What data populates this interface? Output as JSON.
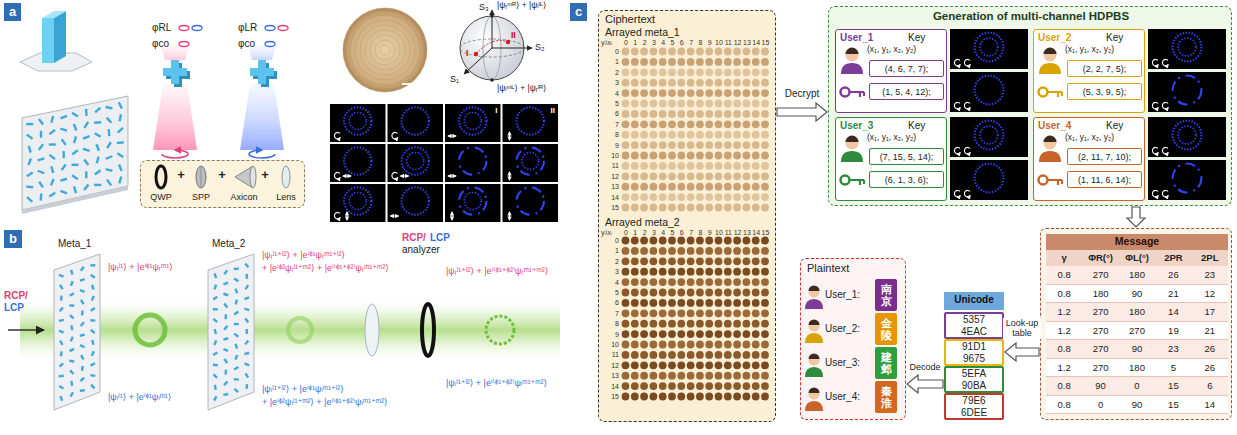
{
  "diagram": {
    "nodes": [
      {
        "text": [
          "QWP",
          "+",
          "SPP",
          "+",
          "Axicon",
          "+",
          "Lens"
        ]
      },
      {
        "text": [
          "Ciphertext",
          "Arrayed meta_1",
          "Arrayed meta_2"
        ]
      },
      {
        "text": [
          "Generation of multi-channel HDPBS"
        ]
      },
      {
        "text": [
          "User_1",
          "Key",
          "(x₁, y₁, x₂, y₂)"
        ],
        "in": 2
      },
      {
        "text": [
          "(4, 6, 7, 7);"
        ],
        "in": 3
      },
      {
        "text": [
          "(1, 5, 4, 12);"
        ],
        "in": 3
      },
      {
        "text": [
          "User_2",
          "Key",
          "(x₁, y₁, x₂, y₂)"
        ],
        "in": 2
      },
      {
        "text": [
          "(2, 2, 7, 5);"
        ],
        "in": 6
      },
      {
        "text": [
          "(5, 3, 9, 5);"
        ],
        "in": 6
      },
      {
        "text": [
          "User_3",
          "Key",
          "(x₁, y₁, x₂, y₂)"
        ],
        "in": 2
      },
      {
        "text": [
          "(7, 15, 5, 14);"
        ],
        "in": 9
      },
      {
        "text": [
          "(6, 1, 3, 6);"
        ],
        "in": 9
      },
      {
        "text": [
          "User_4",
          "Key",
          "(x₁, y₁, x₂, y₂)"
        ],
        "in": 2
      },
      {
        "text": [
          "(2, 11, 7, 10);"
        ],
        "in": 12
      },
      {
        "text": [
          "(1, 11, 6, 14);"
        ],
        "in": 12
      },
      {
        "text": [
          "Message",
          "γ",
          "ΦR(°)",
          "ΦL(°)",
          "2PR",
          "2PL",
          "0.8",
          "270",
          "180",
          "26",
          "23",
          "0.8",
          "180",
          "90",
          "21",
          "12",
          "1.2",
          "270",
          "180",
          "14",
          "17",
          "1.2",
          "270",
          "270",
          "19",
          "21",
          "0.8",
          "270",
          "90",
          "23",
          "26",
          "1.2",
          "270",
          "180",
          "5",
          "26",
          "0.8",
          "90",
          "0",
          "15",
          "6",
          "0.8",
          "0",
          "90",
          "15",
          "14"
        ]
      },
      {
        "text": [
          "Unicode"
        ]
      },
      {
        "text": [
          "5357",
          "4EAC"
        ],
        "in": 16
      },
      {
        "text": [
          "91D1",
          "9675"
        ],
        "in": 16
      },
      {
        "text": [
          "5EFA",
          "90BA"
        ],
        "in": 16
      },
      {
        "text": [
          "79E6",
          "6DEE"
        ],
        "in": 16
      },
      {
        "text": [
          "Plaintext",
          "User_1:",
          "User_2:",
          "User_3:",
          "User_4:"
        ]
      },
      {
        "text": [
          "南京"
        ],
        "in": 21
      },
      {
        "text": [
          "金陵"
        ],
        "in": 21
      },
      {
        "text": [
          "建邺"
        ],
        "in": 21
      },
      {
        "text": [
          "秦淮"
        ],
        "in": 21
      }
    ],
    "edges": [
      {
        "from": 1,
        "to": 2,
        "label": "Decrypt",
        "arrow": "to"
      },
      {
        "from": 2,
        "to": 15,
        "arrow": "to"
      },
      {
        "from": 15,
        "to": 16,
        "label": "Look-up table",
        "arrow": "to"
      },
      {
        "from": 16,
        "to": 21,
        "label": "Decode",
        "arrow": "to"
      }
    ],
    "labels": [
      "a",
      "φRL",
      "φco",
      "φLR",
      "φco",
      "S₁",
      "S₂",
      "S₃",
      "|ψᵣᵐᴿ⟩ + |ψₗˡᴸ⟩",
      "|ψₗᵐᴸ⟩ + |ψᵣˡᴿ⟩",
      "I",
      "II",
      "I",
      "II",
      "b",
      "Meta_1",
      "Meta_2",
      "RCP/",
      "LCP",
      "|ψᵣˡ¹⟩ + |eⁱᶲ¹ψᵣᵐ¹⟩",
      "|ψₗˡ¹⟩ + |eⁱᶲ¹ψₗᵐ¹⟩",
      "|ψᵣˡ¹⁺ˡ²⟩ + |eⁱᶲ¹ψᵣᵐ¹⁺ˡ²⟩",
      "+ |eⁱᶲ²ψᵣˡ¹⁺ᵐ²⟩ + |eⁱ⁽ᶲ¹⁺ᶲ²⁾ψᵣᵐ¹⁺ᵐ²⟩",
      "|ψₗˡ¹⁺ˡ²⟩ + |eⁱᶲ¹ψₗᵐ¹⁺ˡ²⟩",
      "+ |eⁱᶲ²ψₗˡ¹⁺ᵐ²⟩ + |eⁱ⁽ᶲ¹⁺ᶲ²⁾ψₗᵐ¹⁺ᵐ²⟩",
      "|ψᵣˡ¹⁺ˡ²⟩ + |eⁱ⁽ᶲ¹⁺ᶲ²⁾ψᵣᵐ¹⁺ᵐ²⟩",
      "|ψₗˡ¹⁺ˡ²⟩ + |eⁱ⁽ᶲ¹⁺ᶲ²⁾ψₗᵐ¹⁺ᵐ²⟩",
      "RCP/",
      "LCP",
      "analyzer",
      "c",
      "yᵢ\\xᵢ",
      "0",
      "1",
      "2",
      "3",
      "4",
      "5",
      "6",
      "7",
      "8",
      "9",
      "10",
      "11",
      "12",
      "13",
      "14",
      "15",
      "0",
      "1",
      "2",
      "3",
      "4",
      "5",
      "6",
      "7",
      "8",
      "9",
      "10",
      "11",
      "12",
      "13",
      "14",
      "15",
      "yᵢ\\xᵢ",
      "0",
      "1",
      "2",
      "3",
      "4",
      "5",
      "6",
      "7",
      "8",
      "9",
      "10",
      "11",
      "12",
      "13",
      "14",
      "15",
      "0",
      "1",
      "2",
      "3",
      "4",
      "5",
      "6",
      "7",
      "8",
      "9",
      "10",
      "11",
      "12",
      "13",
      "14",
      "15"
    ]
  }
}
